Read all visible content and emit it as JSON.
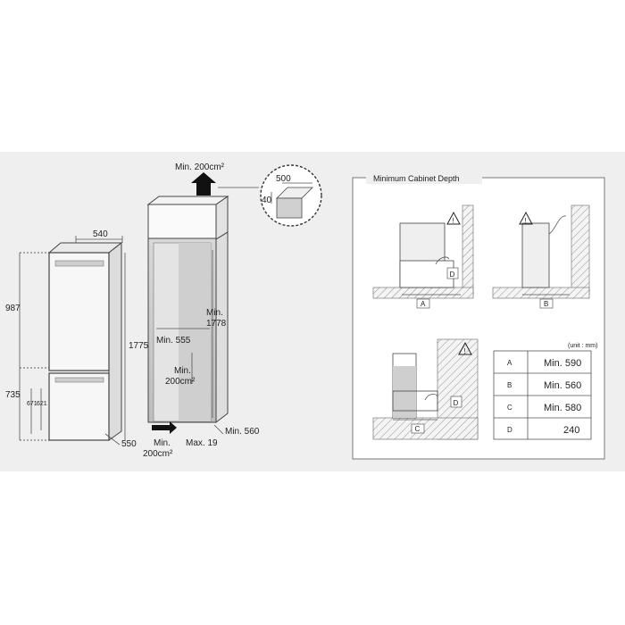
{
  "fridge": {
    "width": "540",
    "upper_height": "987",
    "total_height": "1775",
    "lower_height": "735",
    "dim_671": "671",
    "dim_621": "621",
    "depth": "550"
  },
  "cabinet": {
    "top_vent": "Min. 200cm²",
    "min_height": "Min.\n1778",
    "min_width": "Min. 555",
    "middle_vent": "Min.\n200cm²",
    "bottom_vent": "Min.\n200cm²",
    "max_gap": "Max. 19",
    "min_depth": "Min. 560"
  },
  "detail": {
    "dim_500": "500",
    "dim_40": "40"
  },
  "depth_panel": {
    "title": "Minimum Cabinet Depth",
    "unit": "(unit : mm)",
    "labels": {
      "a": "A",
      "b": "B",
      "c": "C",
      "d": "D"
    },
    "rows": [
      {
        "key": "A",
        "value": "Min. 590"
      },
      {
        "key": "B",
        "value": "Min. 560"
      },
      {
        "key": "C",
        "value": "Min. 580"
      },
      {
        "key": "D",
        "value": "240"
      }
    ]
  }
}
